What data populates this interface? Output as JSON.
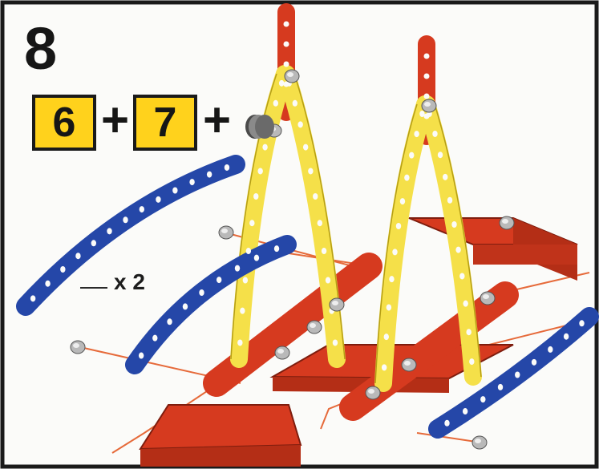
{
  "step": {
    "number": "8"
  },
  "references": [
    {
      "label": "6",
      "op": "+"
    },
    {
      "label": "7",
      "op": "+"
    }
  ],
  "quantity": {
    "label": "x 2"
  },
  "colors": {
    "yellow_strip": "#f5e049",
    "blue_strip": "#2547a8",
    "red_part": "#d63a1f",
    "label_box": "#ffd21c",
    "frame": "#1a1a1a",
    "guide_line": "#e66a3a"
  }
}
